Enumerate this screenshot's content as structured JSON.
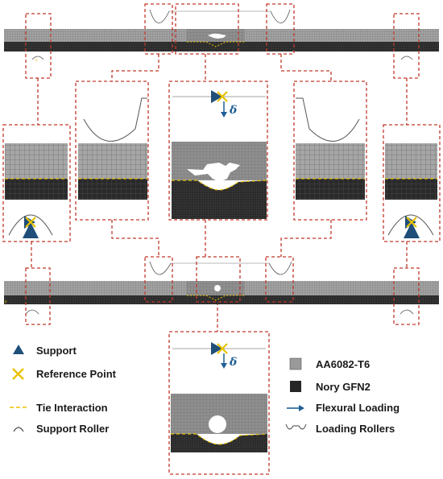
{
  "colors": {
    "aluminium": "#9a9a9a",
    "nory": "#262626",
    "support": "#1f4e79",
    "reference_point": "#e8c200",
    "tie": "#e8c200",
    "callout_box": "#c0392b",
    "flexural_arrow": "#1f5f95",
    "roller": "#555555"
  },
  "annotations": {
    "displacement_symbol": "δ"
  },
  "legend": {
    "support": "Support",
    "reference_point": "Reference Point",
    "tie_interaction": "Tie Interaction",
    "support_roller": "Support Roller",
    "aa6082": "AA6082-T6",
    "nory": "Nory GFN2",
    "flexural_loading": "Flexural Loading",
    "loading_rollers": "Loading Rollers"
  },
  "icons": {
    "support": "triangle-icon",
    "reference_point": "cross-icon",
    "tie_interaction": "dashed-line-icon",
    "support_roller": "arc-icon",
    "aa6082": "grey-square-icon",
    "nory": "dark-square-icon",
    "flexural_loading": "arrow-icon",
    "loading_rollers": "roller-profile-icon"
  }
}
